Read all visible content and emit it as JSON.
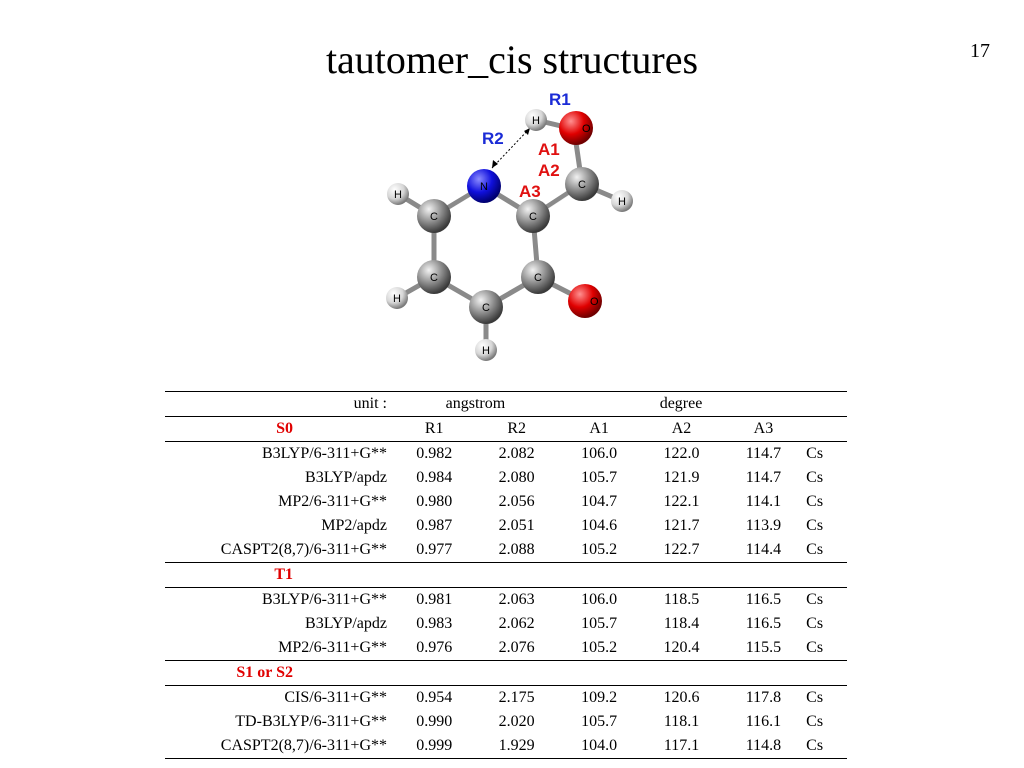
{
  "slide": {
    "title": "tautomer_cis structures",
    "page_number": "17"
  },
  "molecule": {
    "geometry_labels": {
      "r1": "R1",
      "r2": "R2",
      "a1": "A1",
      "a2": "A2",
      "a3": "A3"
    },
    "atom_labels": {
      "nitrogen": "N",
      "oxygen": "O",
      "carbon": "C",
      "hydrogen": "H"
    },
    "colors": {
      "r_labels": "#1a2bd6",
      "a_labels": "#e01010",
      "carbon": "#8c8c8c",
      "nitrogen": "#1010dd",
      "oxygen": "#e00000",
      "hydrogen": "#dcdcdc"
    }
  },
  "table": {
    "header": {
      "unit": "unit :",
      "length": "angstrom",
      "angle": "degree"
    },
    "columns": [
      "R1",
      "R2",
      "A1",
      "A2",
      "A3"
    ],
    "sections": [
      {
        "label": "S0",
        "rows": [
          {
            "method": "B3LYP/6-311+G**",
            "R1": "0.982",
            "R2": "2.082",
            "A1": "106.0",
            "A2": "122.0",
            "A3": "114.7",
            "sym": "Cs"
          },
          {
            "method": "B3LYP/apdz",
            "R1": "0.984",
            "R2": "2.080",
            "A1": "105.7",
            "A2": "121.9",
            "A3": "114.7",
            "sym": "Cs"
          },
          {
            "method": "MP2/6-311+G**",
            "R1": "0.980",
            "R2": "2.056",
            "A1": "104.7",
            "A2": "122.1",
            "A3": "114.1",
            "sym": "Cs"
          },
          {
            "method": "MP2/apdz",
            "R1": "0.987",
            "R2": "2.051",
            "A1": "104.6",
            "A2": "121.7",
            "A3": "113.9",
            "sym": "Cs"
          },
          {
            "method": "CASPT2(8,7)/6-311+G**",
            "R1": "0.977",
            "R2": "2.088",
            "A1": "105.2",
            "A2": "122.7",
            "A3": "114.4",
            "sym": "Cs"
          }
        ]
      },
      {
        "label": "T1",
        "rows": [
          {
            "method": "B3LYP/6-311+G**",
            "R1": "0.981",
            "R2": "2.063",
            "A1": "106.0",
            "A2": "118.5",
            "A3": "116.5",
            "sym": "Cs"
          },
          {
            "method": "B3LYP/apdz",
            "R1": "0.983",
            "R2": "2.062",
            "A1": "105.7",
            "A2": "118.4",
            "A3": "116.5",
            "sym": "Cs"
          },
          {
            "method": "MP2/6-311+G**",
            "R1": "0.976",
            "R2": "2.076",
            "A1": "105.2",
            "A2": "120.4",
            "A3": "115.5",
            "sym": "Cs"
          }
        ]
      },
      {
        "label": "S1 or S2",
        "rows": [
          {
            "method": "CIS/6-311+G**",
            "R1": "0.954",
            "R2": "2.175",
            "A1": "109.2",
            "A2": "120.6",
            "A3": "117.8",
            "sym": "Cs"
          },
          {
            "method": "TD-B3LYP/6-311+G**",
            "R1": "0.990",
            "R2": "2.020",
            "A1": "105.7",
            "A2": "118.1",
            "A3": "116.1",
            "sym": "Cs"
          },
          {
            "method": "CASPT2(8,7)/6-311+G**",
            "R1": "0.999",
            "R2": "1.929",
            "A1": "104.0",
            "A2": "117.1",
            "A3": "114.8",
            "sym": "Cs"
          }
        ]
      }
    ]
  }
}
